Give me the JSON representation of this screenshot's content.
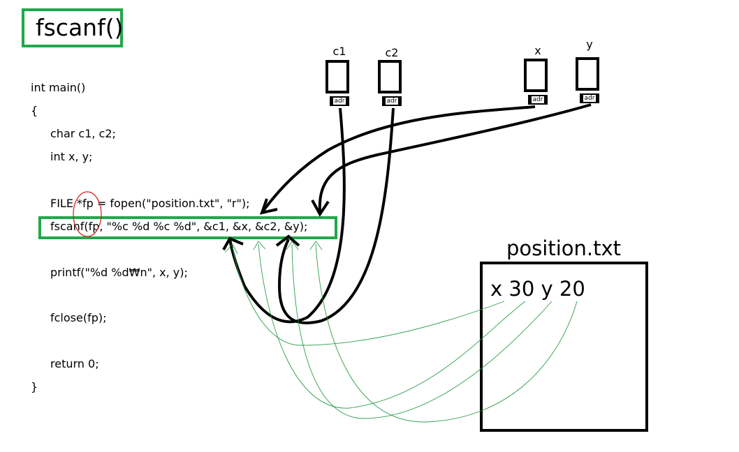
{
  "title": "fscanf()",
  "code": [
    "int main()",
    "{",
    "char c1, c2;",
    "int x, y;",
    "FILE *fp = fopen(\"position.txt\", \"r\");",
    "fscanf(fp, \"%c %d %c %d\", &c1, &x, &c2, &y);",
    "printf(\"%d %d₩n\", x, y);",
    "fclose(fp);",
    "return 0;",
    "}"
  ],
  "variables": [
    {
      "name": "c1",
      "adr": "adr"
    },
    {
      "name": "c2",
      "adr": "adr"
    },
    {
      "name": "x",
      "adr": "adr"
    },
    {
      "name": "y",
      "adr": "adr"
    }
  ],
  "file": {
    "name": "position.txt",
    "content": "x 30 y 20"
  },
  "colors": {
    "highlight": "#20a84a",
    "thread": "#2a9d4a",
    "circle": "#d62020",
    "ink": "#000000"
  }
}
